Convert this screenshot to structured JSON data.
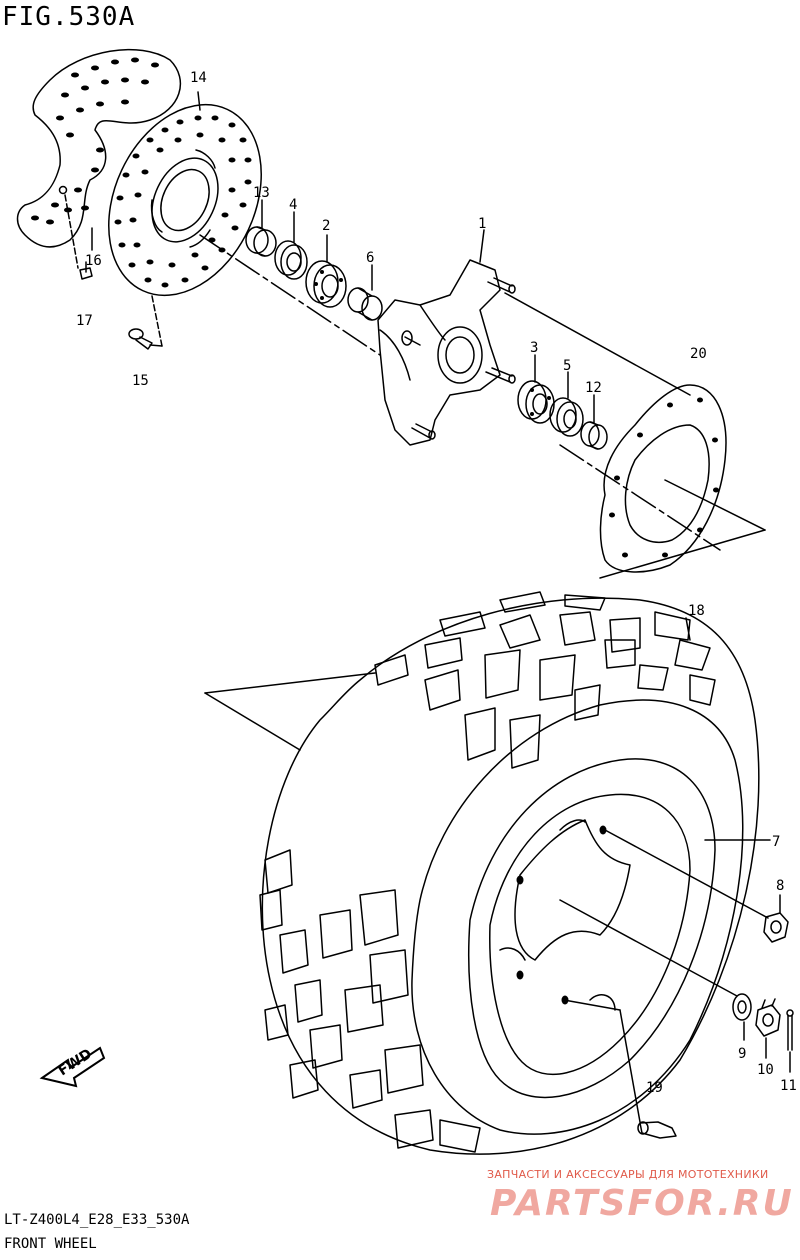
{
  "figure": {
    "title": "FIG.530A",
    "model_code": "LT-Z400L4_E28_E33_530A",
    "section_name": "FRONT WHEEL"
  },
  "callouts": [
    {
      "id": "1",
      "label": "1"
    },
    {
      "id": "2",
      "label": "2"
    },
    {
      "id": "3",
      "label": "3"
    },
    {
      "id": "4",
      "label": "4"
    },
    {
      "id": "5",
      "label": "5"
    },
    {
      "id": "6",
      "label": "6"
    },
    {
      "id": "7",
      "label": "7"
    },
    {
      "id": "8",
      "label": "8"
    },
    {
      "id": "9",
      "label": "9"
    },
    {
      "id": "10",
      "label": "10"
    },
    {
      "id": "11",
      "label": "11"
    },
    {
      "id": "12",
      "label": "12"
    },
    {
      "id": "13",
      "label": "13"
    },
    {
      "id": "14",
      "label": "14"
    },
    {
      "id": "15",
      "label": "15"
    },
    {
      "id": "16",
      "label": "16"
    },
    {
      "id": "17",
      "label": "17"
    },
    {
      "id": "18",
      "label": "18"
    },
    {
      "id": "19",
      "label": "19"
    },
    {
      "id": "20",
      "label": "20"
    }
  ],
  "direction_arrow": {
    "label": "FWD"
  },
  "watermark": {
    "tagline": "ЗАПЧАСТИ И АКСЕССУАРЫ ДЛЯ МОТОТЕХНИКИ",
    "logo": "PARTSFOR.RU",
    "color": "#e05a4a"
  }
}
